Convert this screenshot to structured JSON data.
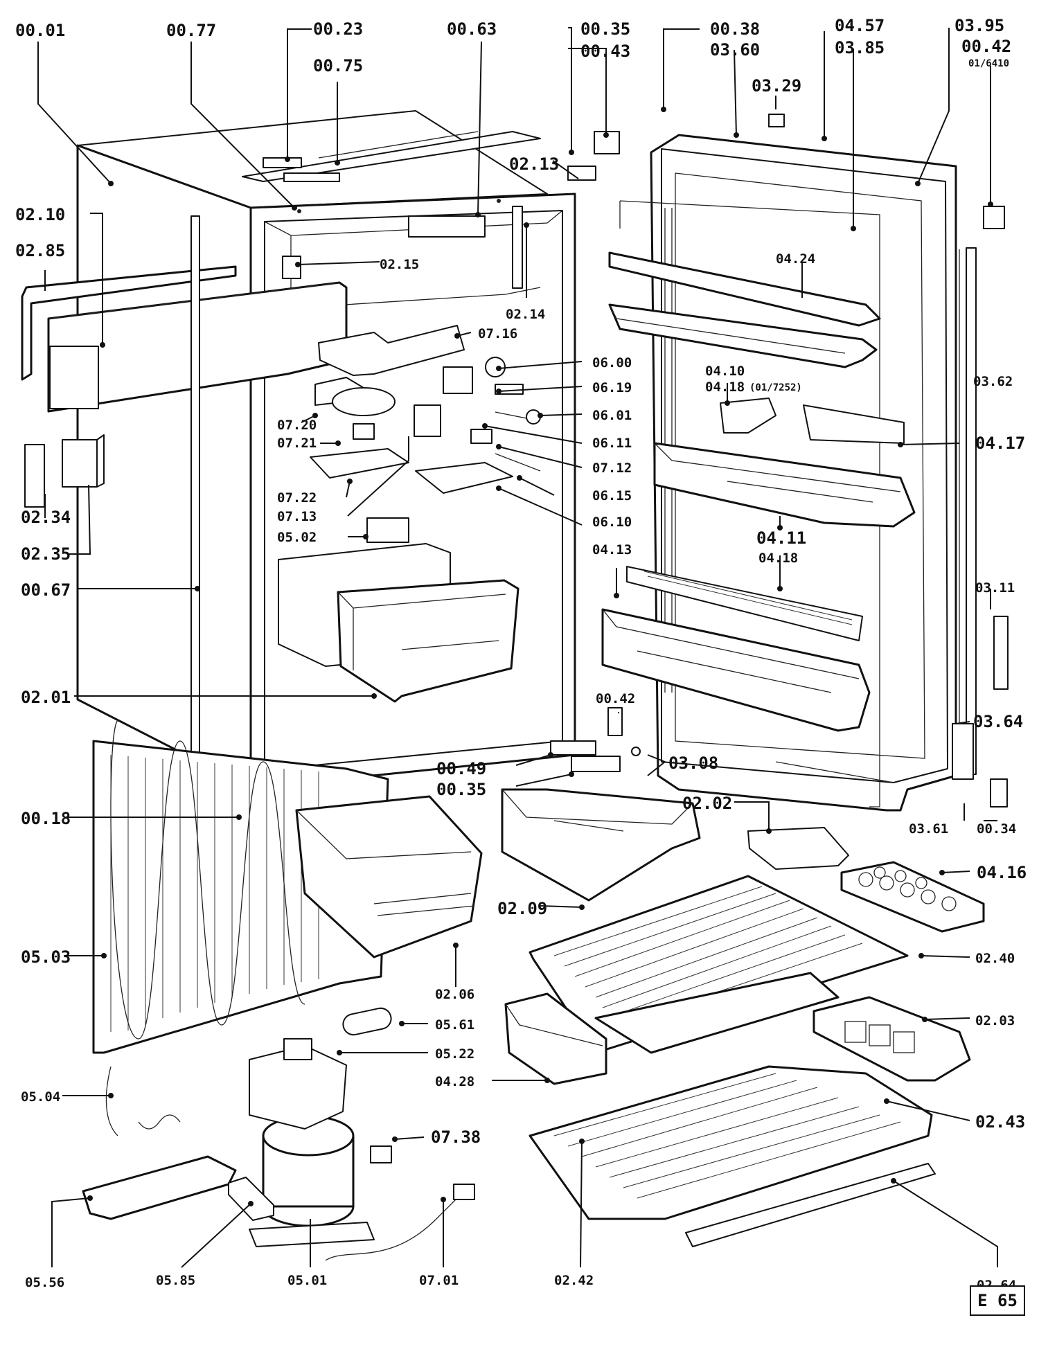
{
  "page_tag": "E 65",
  "labels": {
    "l0001": "00.01",
    "l0077": "00.77",
    "l0023": "00.23",
    "l0075": "00.75",
    "l0063": "00.63",
    "l0035a": "00.35",
    "l0043": "00.43",
    "l0038": "00.38",
    "l0360": "03.60",
    "l0457": "04.57",
    "l0385": "03.85",
    "l0395": "03.95",
    "l0042a": "00.42",
    "l016410": "01/6410",
    "l0329": "03.29",
    "l0213": "02.13",
    "l0210": "02.10",
    "l0285": "02.85",
    "l0215": "02.15",
    "l0214": "02.14",
    "l0716": "07.16",
    "l0424": "04.24",
    "l0600": "06.00",
    "l0619": "06.19",
    "l0601": "06.01",
    "l0611": "06.11",
    "l0712": "07.12",
    "l0615": "06.15",
    "l0610": "06.10",
    "l0720": "07.20",
    "l0721": "07.21",
    "l0722": "07.22",
    "l0713": "07.13",
    "l0502": "05.02",
    "l0410": "04.10",
    "l0418a": "04.18",
    "l017252": "(01/7252)",
    "l0362": "03.62",
    "l0417": "04.17",
    "l0411": "04.11",
    "l0418b": "04.18",
    "l0413": "04.13",
    "l0234": "02.34",
    "l0235": "02.35",
    "l0067": "00.67",
    "l0311": "03.11",
    "l0201": "02.01",
    "l0042b": "00.42",
    "l0364": "03.64",
    "l0049": "00.49",
    "l0308": "03.08",
    "l0035b": "00.35",
    "l0202": "02.02",
    "l0361": "03.61",
    "l0034": "00.34",
    "l0018": "00.18",
    "l0416": "04.16",
    "l0209": "02.09",
    "l0503": "05.03",
    "l0240": "02.40",
    "l0206": "02.06",
    "l0561": "05.61",
    "l0203": "02.03",
    "l0522": "05.22",
    "l0428": "04.28",
    "l0504": "05.04",
    "l0243": "02.43",
    "l0738": "07.38",
    "l0556": "05.56",
    "l0585": "05.85",
    "l0501": "05.01",
    "l0701": "07.01",
    "l0242": "02.42",
    "l0264": "02.64"
  }
}
